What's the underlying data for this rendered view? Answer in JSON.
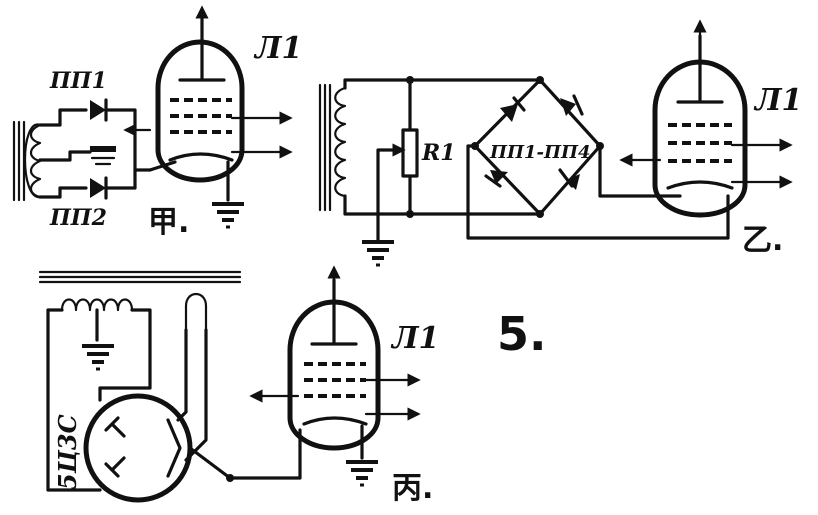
{
  "figure": {
    "number": "5."
  },
  "panel_jia": {
    "caption": "甲.",
    "tube": "Л1",
    "diode_top": "ПП1",
    "diode_bottom": "ПП2"
  },
  "panel_yi": {
    "caption": "乙.",
    "tube": "Л1",
    "resistor": "R1",
    "bridge": "ПП1-ПП4"
  },
  "panel_bing": {
    "caption": "丙.",
    "tube": "Л1",
    "rectifier": "5Ц3С"
  },
  "colors": {
    "ink": "#111111",
    "paper": "#ffffff"
  }
}
